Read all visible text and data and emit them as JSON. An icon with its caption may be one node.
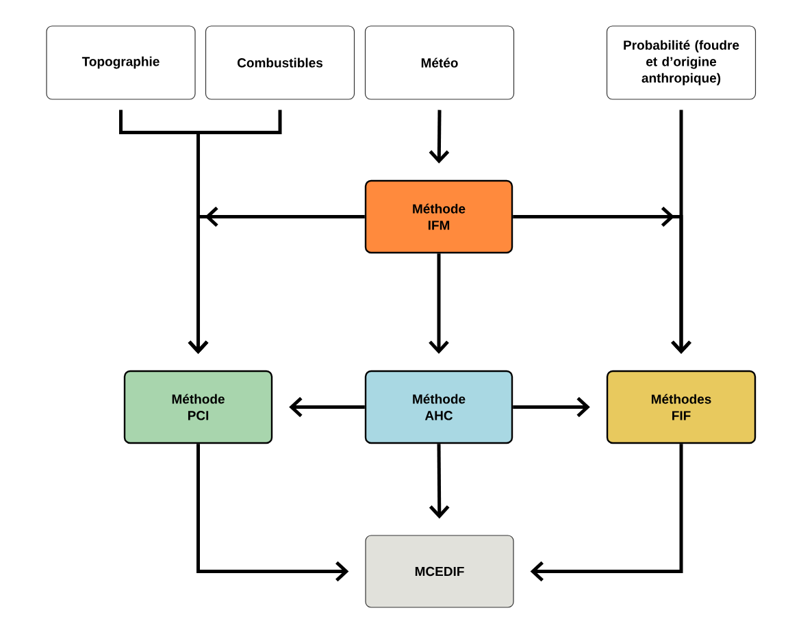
{
  "diagram": {
    "nodes": [
      {
        "text": [
          "Topographie"
        ]
      },
      {
        "text": [
          "Combustibles"
        ]
      },
      {
        "text": [
          "Météo"
        ]
      },
      {
        "text": [
          "Probabilité (foudre et d’origine anthropique)"
        ]
      },
      {
        "text": [
          "Méthode IFM"
        ]
      },
      {
        "text": [
          "Méthode PCI"
        ]
      },
      {
        "text": [
          "Méthode AHC"
        ]
      },
      {
        "text": [
          "Méthodes FIF"
        ]
      },
      {
        "text": [
          "MCEDIF"
        ]
      }
    ],
    "edges": [
      {
        "from": 0,
        "to": 5,
        "arrow": "to"
      },
      {
        "from": 1,
        "to": 5,
        "arrow": "to"
      },
      {
        "from": 2,
        "to": 4,
        "arrow": "to"
      },
      {
        "from": 4,
        "to": 5,
        "arrow": "to"
      },
      {
        "from": 4,
        "to": 7,
        "arrow": "to"
      },
      {
        "from": 3,
        "to": 7,
        "arrow": "to"
      },
      {
        "from": 4,
        "to": 6,
        "arrow": "to"
      },
      {
        "from": 6,
        "to": 5,
        "arrow": "to"
      },
      {
        "from": 6,
        "to": 7,
        "arrow": "to"
      },
      {
        "from": 6,
        "to": 8,
        "arrow": "to"
      },
      {
        "from": 5,
        "to": 8,
        "arrow": "to"
      },
      {
        "from": 7,
        "to": 8,
        "arrow": "to"
      }
    ]
  }
}
